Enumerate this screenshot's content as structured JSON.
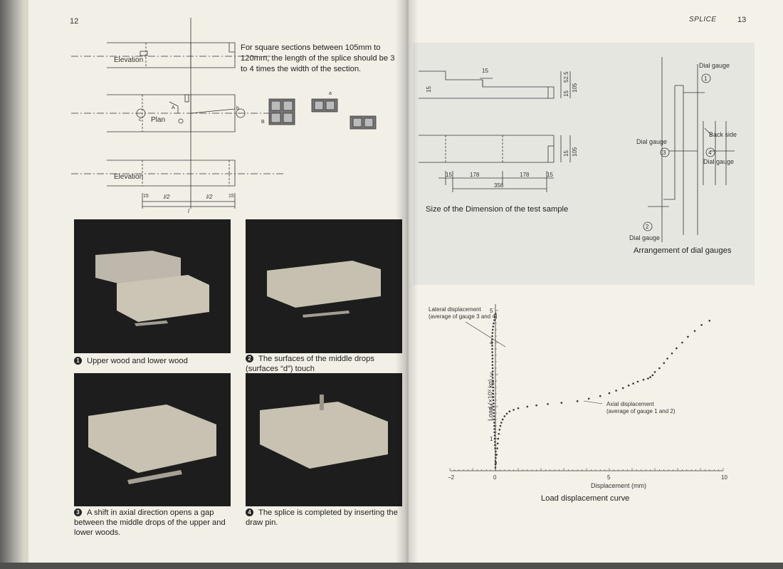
{
  "left_page": {
    "page_number": "12",
    "drawing": {
      "elevation_top_label": "Elevation",
      "plan_label": "Plan",
      "elevation_bottom_label": "Elevation",
      "label_A": "A",
      "label_b": "b",
      "label_c": "c",
      "label_B": "B",
      "label_a": "a",
      "dim_15_left": "15",
      "dim_half_left": "l/2",
      "dim_half_right": "l/2",
      "dim_15_right": "15",
      "dim_l": "l"
    },
    "note": "For square sections between 105mm to 120mm, the length of the splice should be 3 to 4 times the width of the section.",
    "photos": [
      {
        "number": "1",
        "caption": "Upper wood and lower wood"
      },
      {
        "number": "2",
        "caption": "The surfaces of the middle drops (surfaces “d”) touch"
      },
      {
        "number": "3",
        "caption": "A shift in axial direction opens a gap between the middle drops of the upper and lower woods."
      },
      {
        "number": "4",
        "caption": "The splice is completed by inserting the draw pin."
      }
    ]
  },
  "right_page": {
    "header": "SPLICE",
    "page_number": "13",
    "dimension_figure": {
      "caption": "Size of the Dimension of the test sample",
      "dims": {
        "top_15": "15",
        "left_15": "15",
        "right_15": "15",
        "right_52_5": "52.5",
        "right_105": "105",
        "lower_right_15": "15",
        "lower_right_105": "105",
        "bottom_15_left": "15",
        "bottom_178_left": "178",
        "bottom_178_right": "178",
        "bottom_15_right": "15",
        "bottom_356": "356"
      }
    },
    "gauge_figure": {
      "caption": "Arrangement of dial gauges",
      "labels": {
        "dial_gauge_1": "Dial gauge",
        "gauge_1": "1",
        "back_side": "Back side",
        "dial_gauge_3": "Dial gauge",
        "gauge_3": "3",
        "gauge_4": "4",
        "dial_gauge_4": "Dial gauge",
        "gauge_2": "2",
        "dial_gauge_2": "Dial gauge"
      }
    },
    "chart_data": {
      "type": "scatter",
      "title": "Load displacement curve",
      "xlabel": "Displacement (mm)",
      "ylabel": "Load (×10³ kg)",
      "xlim": [
        -2,
        10
      ],
      "ylim": [
        0,
        5.2
      ],
      "xticks": [
        -2,
        0,
        5,
        10
      ],
      "yticks": [
        1,
        2,
        3,
        4,
        5
      ],
      "grid": false,
      "annotations": [
        "Lateral displacement\n(average of gauge 3 and 4)",
        "Axial displacement\n(average of gauge 1 and 2)"
      ],
      "series": [
        {
          "name": "Lateral displacement (average of gauge 3 and 4)",
          "x": [
            0,
            0,
            0,
            0.01,
            0.01,
            0.01,
            -0.01,
            -0.02,
            -0.02,
            -0.03,
            -0.03,
            -0.04,
            -0.04,
            -0.05,
            -0.05,
            -0.06,
            -0.06,
            -0.07,
            -0.07,
            -0.08,
            -0.08,
            -0.09,
            -0.09,
            -0.1,
            -0.1,
            -0.1,
            -0.11,
            -0.11,
            -0.12,
            -0.12,
            -0.12,
            -0.12,
            -0.13,
            -0.13,
            -0.13,
            -0.13,
            -0.14,
            -0.14,
            -0.14,
            -0.14,
            -0.14,
            -0.14,
            -0.13,
            -0.12,
            -0.1,
            -0.08,
            -0.05,
            -0.02,
            0.01
          ],
          "y": [
            0.1,
            0.2,
            0.3,
            0.4,
            0.5,
            0.6,
            0.7,
            0.8,
            0.9,
            1.0,
            1.1,
            1.2,
            1.3,
            1.4,
            1.5,
            1.6,
            1.7,
            1.8,
            1.9,
            2.0,
            2.1,
            2.2,
            2.3,
            2.4,
            2.5,
            2.6,
            2.7,
            2.8,
            2.9,
            3.0,
            3.1,
            3.2,
            3.3,
            3.4,
            3.5,
            3.6,
            3.7,
            3.8,
            3.9,
            4.0,
            4.1,
            4.2,
            4.3,
            4.4,
            4.5,
            4.6,
            4.7,
            4.8,
            4.9
          ]
        },
        {
          "name": "Axial displacement (average of gauge 1 and 2)",
          "x": [
            0.02,
            0.05,
            0.08,
            0.1,
            0.12,
            0.15,
            0.18,
            0.22,
            0.26,
            0.32,
            0.4,
            0.5,
            0.62,
            0.8,
            1.0,
            1.4,
            1.8,
            2.3,
            2.9,
            3.6,
            4.1,
            4.6,
            5.0,
            5.3,
            5.6,
            5.85,
            6.05,
            6.25,
            6.5,
            6.7,
            6.8,
            6.9,
            7.0,
            7.2,
            7.4,
            7.55,
            7.75,
            7.95,
            8.2,
            8.45,
            8.75,
            9.05,
            9.4
          ],
          "y": [
            0.25,
            0.5,
            0.7,
            0.85,
            1.0,
            1.15,
            1.28,
            1.4,
            1.5,
            1.6,
            1.7,
            1.78,
            1.85,
            1.9,
            1.95,
            2.0,
            2.04,
            2.08,
            2.12,
            2.17,
            2.25,
            2.33,
            2.42,
            2.5,
            2.58,
            2.66,
            2.72,
            2.78,
            2.84,
            2.88,
            2.92,
            2.98,
            3.08,
            3.2,
            3.36,
            3.5,
            3.66,
            3.82,
            4.0,
            4.18,
            4.36,
            4.55,
            4.68
          ]
        }
      ]
    }
  }
}
